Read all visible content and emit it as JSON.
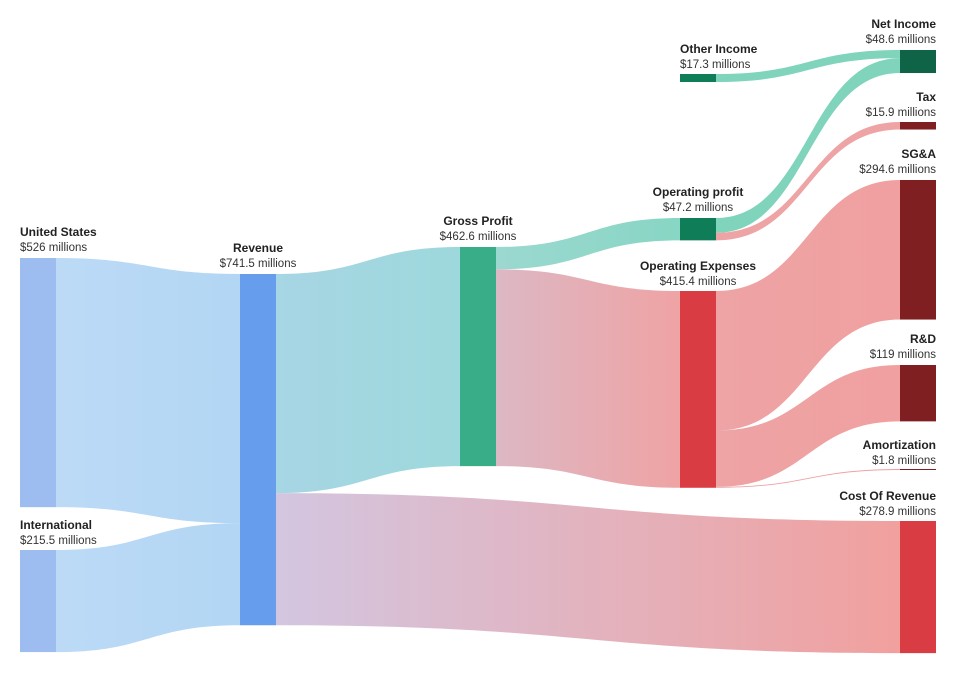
{
  "chart_data": {
    "type": "sankey",
    "title": "",
    "unit_suffix": " millions",
    "nodes": [
      {
        "id": "us",
        "name": "United States",
        "value_label": "$526 millions",
        "value": 526,
        "color": "#9dbdf0"
      },
      {
        "id": "intl",
        "name": "International",
        "value_label": "$215.5 millions",
        "value": 215.5,
        "color": "#9dbdf0"
      },
      {
        "id": "revenue",
        "name": "Revenue",
        "value_label": "$741.5 millions",
        "value": 741.5,
        "color": "#679ded"
      },
      {
        "id": "gross",
        "name": "Gross Profit",
        "value_label": "$462.6 millions",
        "value": 462.6,
        "color": "#38ad88"
      },
      {
        "id": "cor",
        "name": "Cost Of Revenue",
        "value_label": "$278.9 millions",
        "value": 278.9,
        "color": "#d93c43"
      },
      {
        "id": "opprofit",
        "name": "Operating profit",
        "value_label": "$47.2 millions",
        "value": 47.2,
        "color": "#0f7d57"
      },
      {
        "id": "opex",
        "name": "Operating Expenses",
        "value_label": "$415.4 millions",
        "value": 415.4,
        "color": "#d93c43"
      },
      {
        "id": "other",
        "name": "Other Income",
        "value_label": "$17.3 millions",
        "value": 17.3,
        "color": "#0f7d57"
      },
      {
        "id": "net",
        "name": "Net Income",
        "value_label": "$48.6 millions",
        "value": 48.6,
        "color": "#0f6447"
      },
      {
        "id": "tax",
        "name": "Tax",
        "value_label": "$15.9 millions",
        "value": 15.9,
        "color": "#7f1f22"
      },
      {
        "id": "sga",
        "name": "SG&A",
        "value_label": "$294.6 millions",
        "value": 294.6,
        "color": "#7f1f22"
      },
      {
        "id": "rd",
        "name": "R&D",
        "value_label": "$119 millions",
        "value": 119,
        "color": "#7f1f22"
      },
      {
        "id": "amort",
        "name": "Amortization",
        "value_label": "$1.8 millions",
        "value": 1.8,
        "color": "#7f1f22"
      }
    ],
    "links": [
      {
        "source": "us",
        "target": "revenue",
        "value": 526,
        "color_from": "#bcdaf6",
        "color_to": "#b2d6f4"
      },
      {
        "source": "intl",
        "target": "revenue",
        "value": 215.5,
        "color_from": "#bcdaf6",
        "color_to": "#b2d6f4"
      },
      {
        "source": "revenue",
        "target": "gross",
        "value": 462.6,
        "color_from": "#a7d6e4",
        "color_to": "#9dd8dc"
      },
      {
        "source": "revenue",
        "target": "cor",
        "value": 278.9,
        "color_from": "#d3c6e0",
        "color_to": "#f1a09e"
      },
      {
        "source": "gross",
        "target": "opprofit",
        "value": 47.2,
        "color_from": "#9bd8d0",
        "color_to": "#88d6c4"
      },
      {
        "source": "gross",
        "target": "opex",
        "value": 415.4,
        "color_from": "#dcb8c4",
        "color_to": "#efa3a4"
      },
      {
        "source": "other",
        "target": "net",
        "value": 17.3,
        "color_from": "#7fd4bb",
        "color_to": "#7fd4bb"
      },
      {
        "source": "opprofit",
        "target": "net",
        "value": 31.3,
        "color_from": "#7fd4bb",
        "color_to": "#7fd4bb"
      },
      {
        "source": "opprofit",
        "target": "tax",
        "value": 15.9,
        "color_from": "#eea3a4",
        "color_to": "#eea3a4"
      },
      {
        "source": "opex",
        "target": "sga",
        "value": 294.6,
        "color_from": "#eea3a4",
        "color_to": "#f0a0a0"
      },
      {
        "source": "opex",
        "target": "rd",
        "value": 119,
        "color_from": "#eea3a4",
        "color_to": "#f0a0a0"
      },
      {
        "source": "opex",
        "target": "amort",
        "value": 1.8,
        "color_from": "#eea3a4",
        "color_to": "#f0a0a0"
      }
    ]
  }
}
